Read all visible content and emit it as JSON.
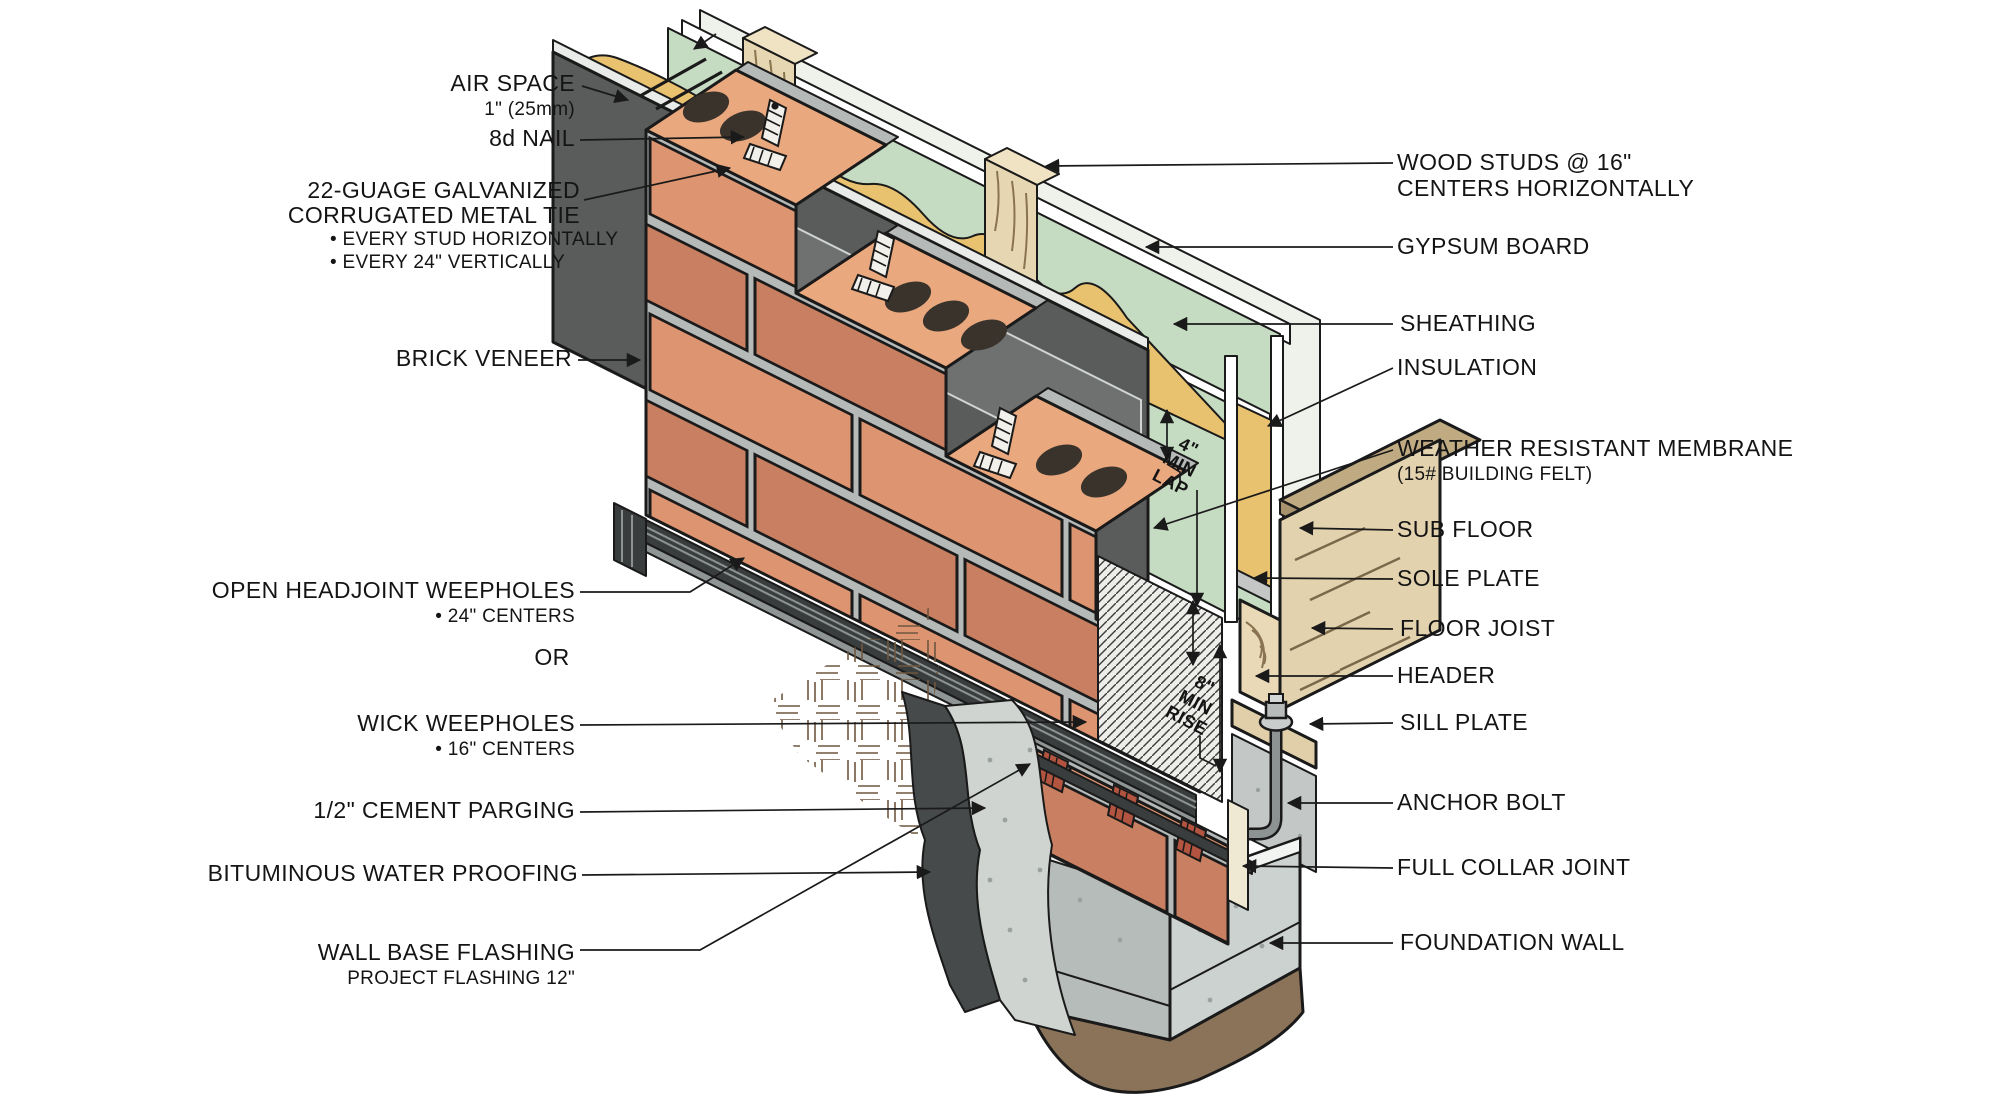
{
  "title": "Brick veneer wall construction detail",
  "labels": {
    "air_space": "AIR SPACE",
    "air_space_sub": "1\" (25mm)",
    "nail": "8d NAIL",
    "tie_1": "22-GUAGE GALVANIZED",
    "tie_2": "CORRUGATED METAL TIE",
    "tie_b1": "• EVERY STUD HORIZONTALLY",
    "tie_b2": "• EVERY 24\" VERTICALLY",
    "brick_veneer": "BRICK VENEER",
    "open_weepholes": "OPEN HEADJOINT WEEPHOLES",
    "open_weepholes_sub": "• 24\" CENTERS",
    "or": "OR",
    "wick_weepholes": "WICK WEEPHOLES",
    "wick_weepholes_sub": "• 16\" CENTERS",
    "cement_parging": "1/2\" CEMENT PARGING",
    "bituminous": "BITUMINOUS WATER PROOFING",
    "wall_base_flashing": "WALL BASE FLASHING",
    "wall_base_flashing_sub": "PROJECT FLASHING 12\"",
    "wood_studs_1": "WOOD STUDS @ 16\"",
    "wood_studs_2": "CENTERS HORIZONTALLY",
    "gypsum": "GYPSUM BOARD",
    "sheathing": "SHEATHING",
    "insulation": "INSULATION",
    "membrane_1": "WEATHER RESISTANT MEMBRANE",
    "membrane_2": "(15# BUILDING FELT)",
    "sub_floor": "SUB FLOOR",
    "sole_plate": "SOLE PLATE",
    "floor_joist": "FLOOR JOIST",
    "header": "HEADER",
    "sill_plate": "SILL PLATE",
    "anchor_bolt": "ANCHOR BOLT",
    "full_collar_joint": "FULL COLLAR JOINT",
    "foundation_wall": "FOUNDATION WALL"
  },
  "annotations": {
    "lap_a": "4\"",
    "lap_b": "MIN",
    "lap_c": "LAP",
    "rise_a": "8\"",
    "rise_b": "MIN",
    "rise_c": "RISE"
  },
  "colors": {
    "brick": "#dd9470",
    "brick_dark": "#c98062",
    "brick_top": "#eaa87e",
    "mortar": "#b5bab8",
    "membrane": "#595c5b",
    "membrane_lap": "#6e7170",
    "sheathing": "#c6dcc2",
    "gypsum": "#eef2ea",
    "insulation": "#e9c270",
    "wood": "#e7d6b2",
    "subfloor": "#c0aa82",
    "foundation": "#ccd2d0",
    "foundation_shade": "#b6bcba",
    "earth": "#8b7359",
    "parging": "#d0d4d0",
    "waterproofing": "#474a4a",
    "flashing": "#3a3d3d"
  }
}
